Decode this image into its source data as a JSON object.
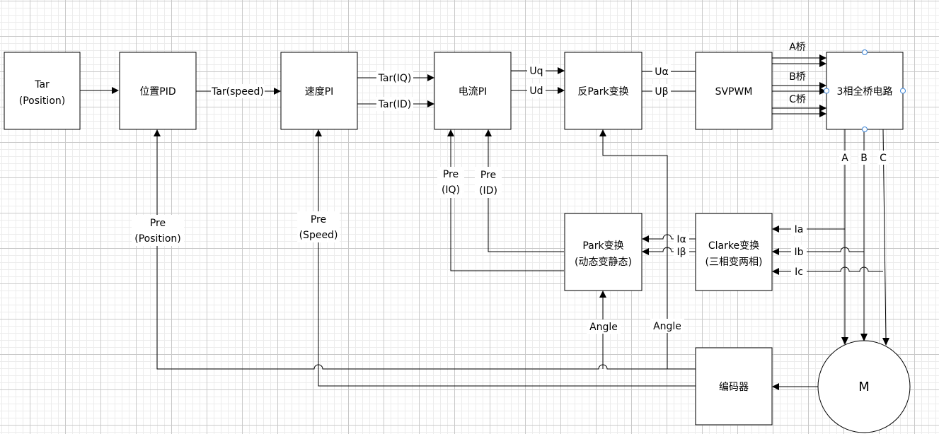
{
  "blocks": {
    "tar_position": [
      "Tar",
      "(Position)"
    ],
    "position_pid": "位置PID",
    "speed_pi": "速度PI",
    "current_pi": "电流PI",
    "inv_park": "反Park变换",
    "svpwm": "SVPWM",
    "bridge": "3相全桥电路",
    "park": [
      "Park变换",
      "(动态变静态)"
    ],
    "clarke": [
      "Clarke变换",
      "(三相变两相)"
    ],
    "encoder": "编码器",
    "motor": "M"
  },
  "signals": {
    "tar_speed": "Tar(speed)",
    "tar_iq": "Tar(IQ)",
    "tar_id": "Tar(ID)",
    "uq": "Uq",
    "ud": "Ud",
    "ualpha": "Uα",
    "ubeta": "Uβ",
    "a_bridge": "A桥",
    "b_bridge": "B桥",
    "c_bridge": "C桥",
    "phase_a": "A",
    "phase_b": "B",
    "phase_c": "C",
    "ia": "Ia",
    "ib": "Ib",
    "ic": "Ic",
    "ialpha": "Iα",
    "ibeta": "Iβ",
    "pre_iq": [
      "Pre",
      "(IQ)"
    ],
    "pre_id": [
      "Pre",
      "(ID)"
    ],
    "pre_position": [
      "Pre",
      "(Position)"
    ],
    "pre_speed": [
      "Pre",
      "(Speed)"
    ],
    "angle_park": "Angle",
    "angle_inv_park": "Angle"
  }
}
